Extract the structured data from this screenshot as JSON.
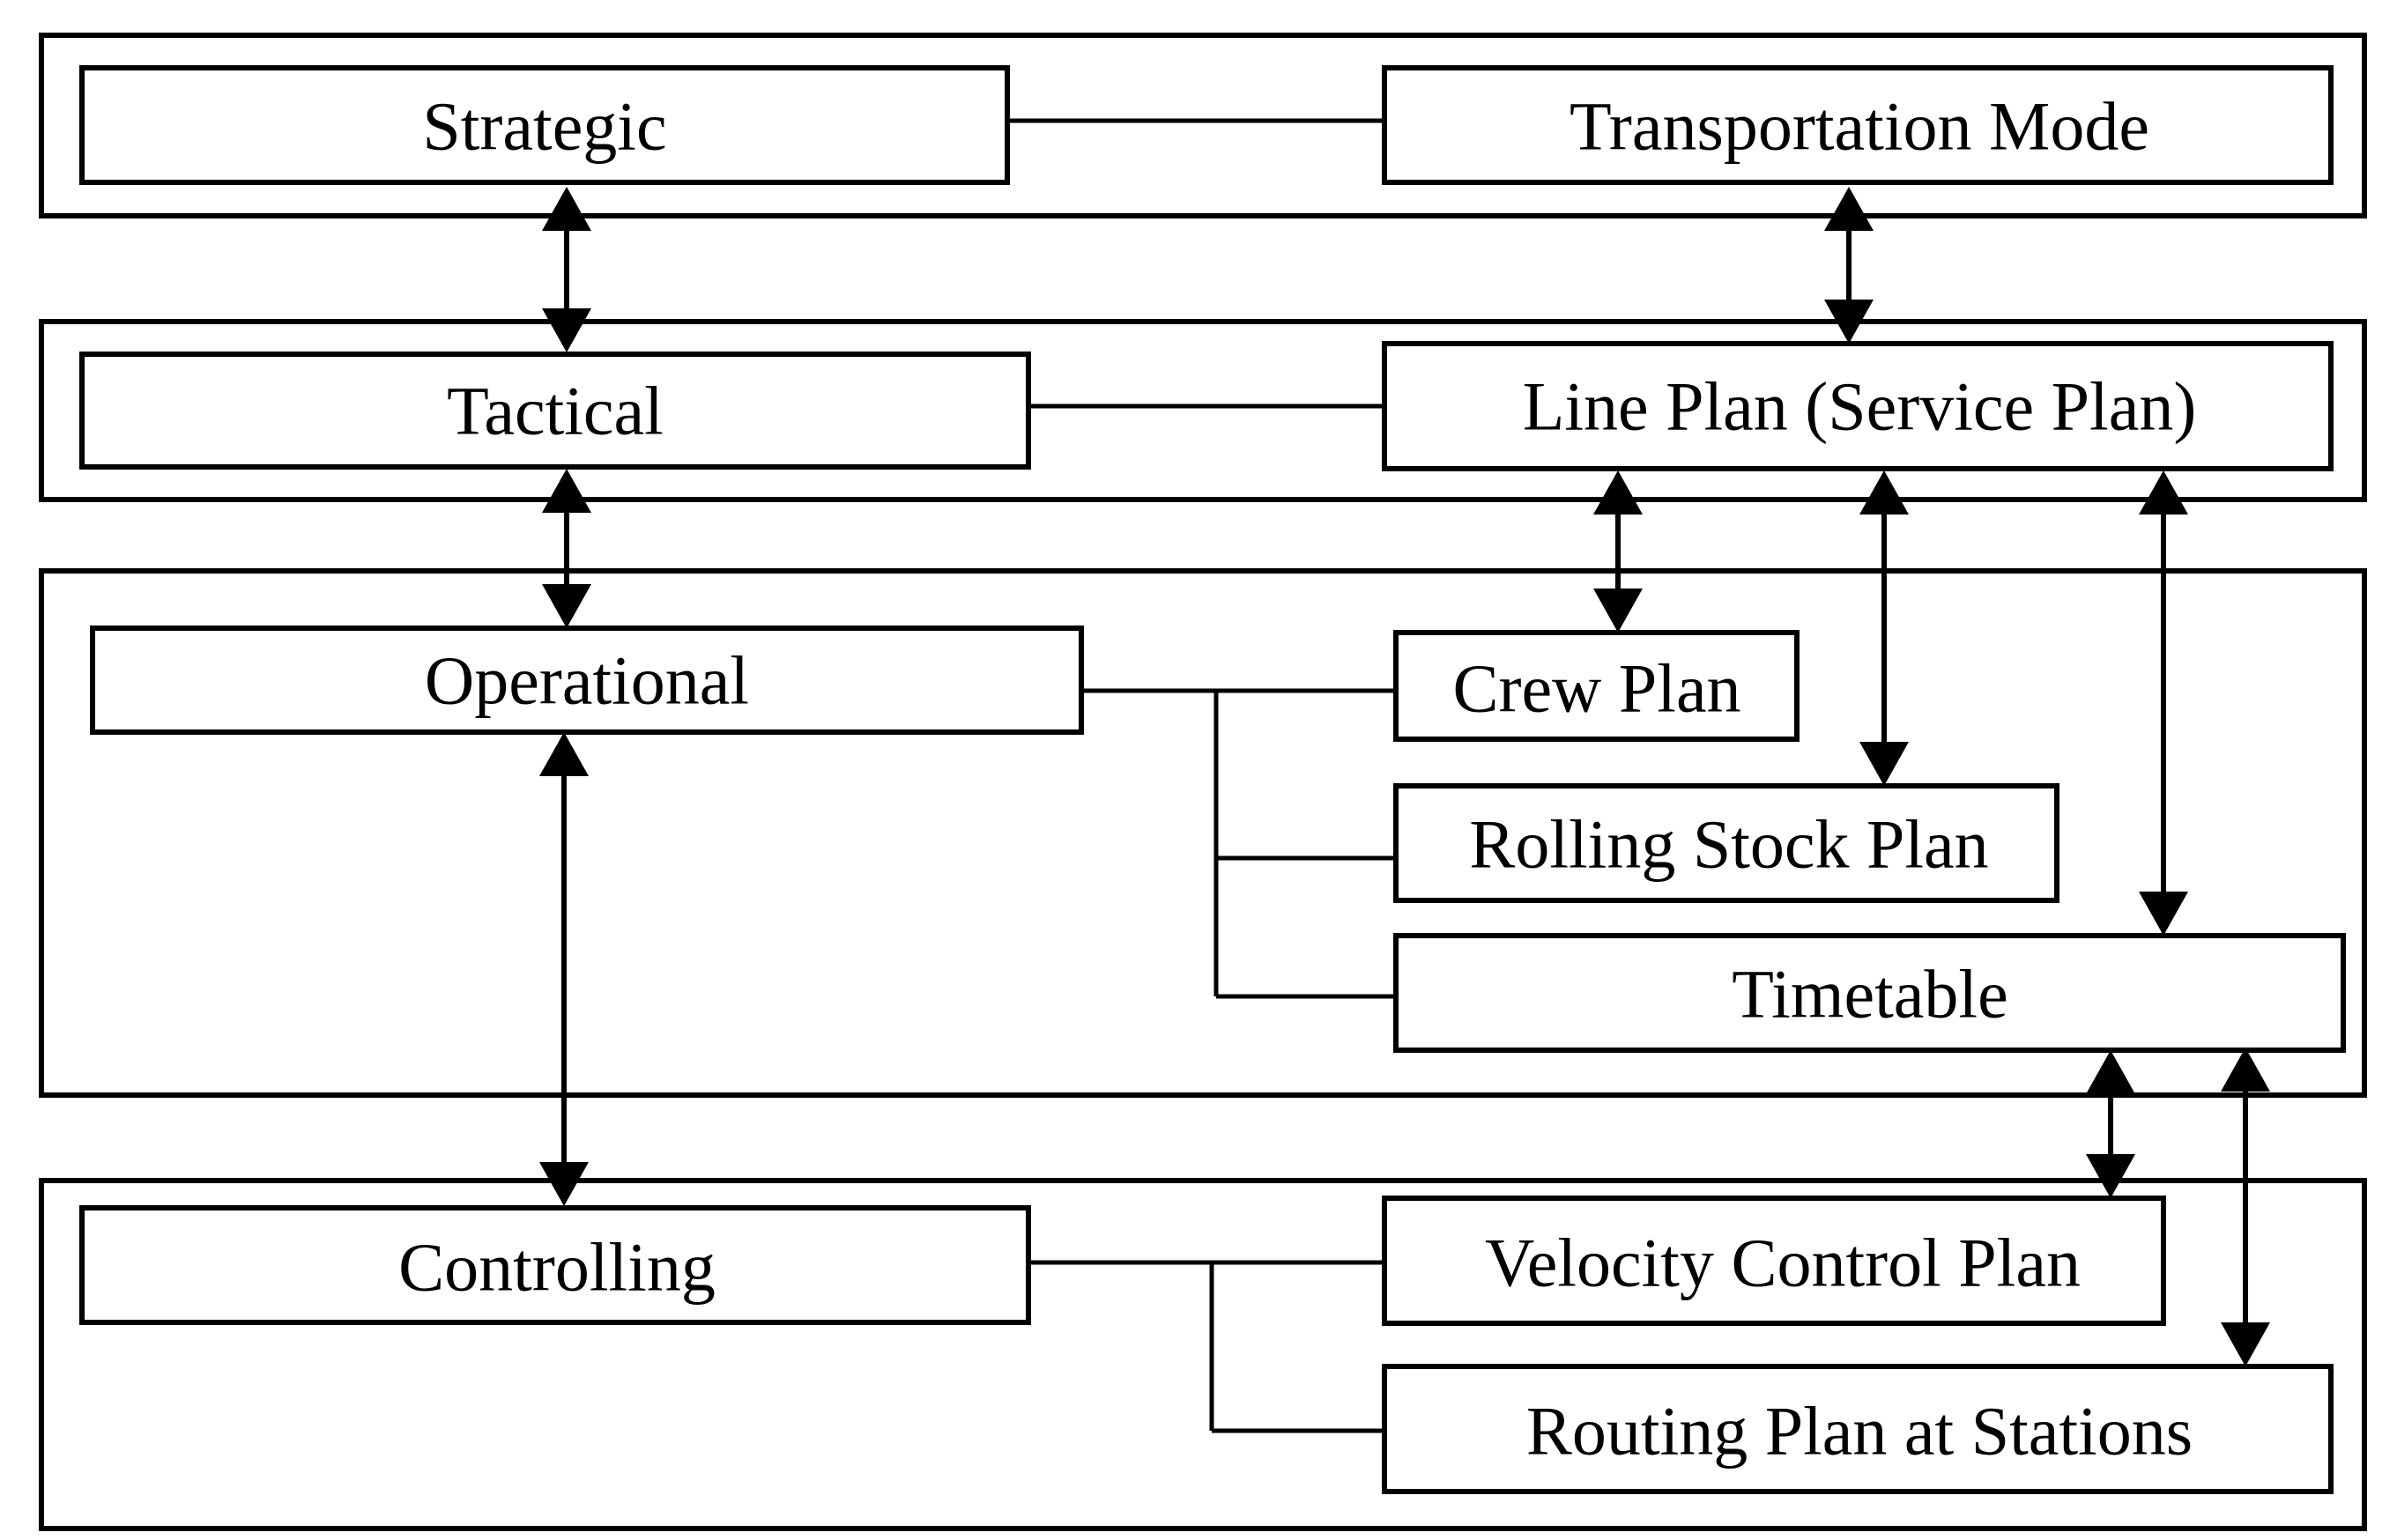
{
  "levels": {
    "strategic": "Strategic",
    "tactical": "Tactical",
    "operational": "Operational",
    "controlling": "Controlling"
  },
  "plans": {
    "transportation_mode": "Transportation Mode",
    "line_plan": "Line Plan (Service Plan)",
    "crew_plan": "Crew Plan",
    "rolling_stock_plan": "Rolling Stock Plan",
    "timetable": "Timetable",
    "velocity_control_plan": "Velocity Control Plan",
    "routing_plan": "Routing Plan at Stations"
  },
  "style": {
    "stroke_color": "#000000",
    "background": "#ffffff"
  }
}
